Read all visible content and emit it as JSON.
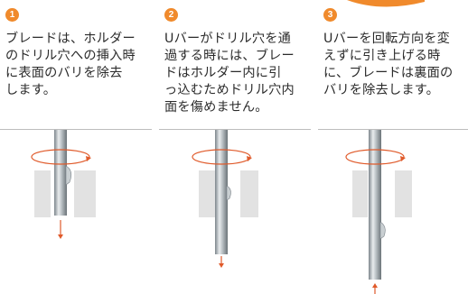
{
  "colors": {
    "accent": "#f08a2c",
    "arrow": "#e05a2a",
    "block": "#e3e3e3",
    "bar": "#9aa3a8"
  },
  "steps": [
    {
      "number": "1",
      "text": "ブレードは、ホルダー\nのドリル穴への挿入時\nに表面のバリを除去\nします。",
      "arrow": "down"
    },
    {
      "number": "2",
      "text": "Uバーがドリル穴を通\n過する時には、ブレー\nドはホルダー内に引\nっ込むためドリル穴内\n面を傷めません。",
      "arrow": "down"
    },
    {
      "number": "3",
      "text": "Uバーを回転方向を変\nえずに引き上げる時\nに、ブレードは裏面の\nバリを除去します。",
      "arrow": "up"
    }
  ]
}
